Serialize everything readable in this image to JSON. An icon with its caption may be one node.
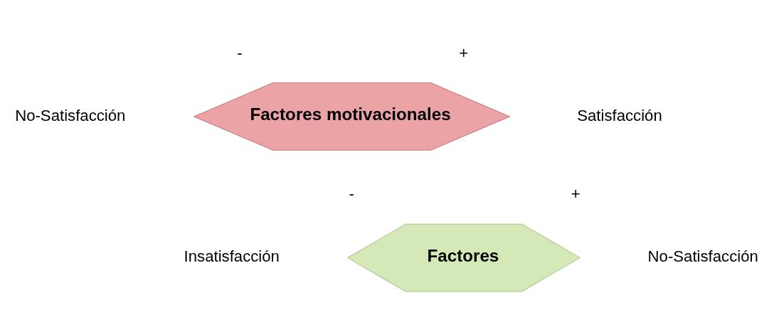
{
  "diagram": {
    "nodes": [
      {
        "text": [
          "No-Satisfacción"
        ]
      },
      {
        "text": [
          "Factores motivacionales"
        ]
      },
      {
        "text": [
          "Satisfacción"
        ]
      },
      {
        "text": [
          "Insatisfacción"
        ]
      },
      {
        "text": [
          "Factores"
        ]
      },
      {
        "text": [
          "No-Satisfacción"
        ]
      }
    ],
    "labels": [
      "-",
      "+",
      "-",
      "+"
    ]
  }
}
